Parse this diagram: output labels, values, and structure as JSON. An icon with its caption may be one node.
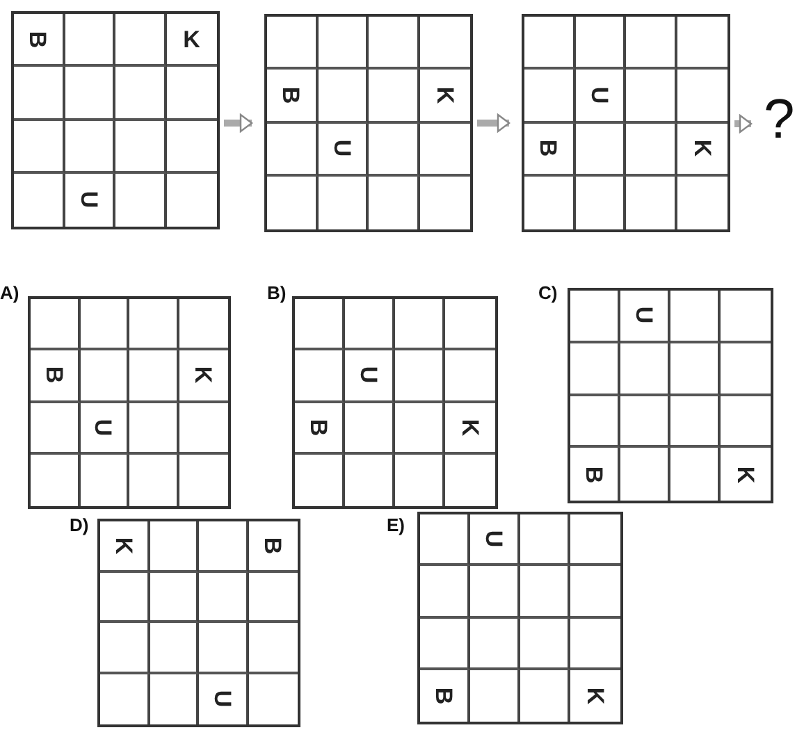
{
  "diagram": {
    "nodes": [
      {
        "text": [
          "B",
          "K",
          "U"
        ]
      },
      {
        "text": [
          "B",
          "K",
          "U"
        ]
      },
      {
        "text": [
          "U",
          "B",
          "K"
        ]
      },
      {
        "text": [
          "?"
        ]
      },
      {
        "text": [
          "B",
          "K",
          "U"
        ],
        "beside": [
          "A)"
        ]
      },
      {
        "text": [
          "U",
          "B",
          "K"
        ],
        "beside": [
          "B)"
        ]
      },
      {
        "text": [
          "U",
          "B",
          "K"
        ],
        "beside": [
          "C)"
        ]
      },
      {
        "text": [
          "K",
          "B",
          "U"
        ],
        "beside": [
          "D)"
        ]
      },
      {
        "text": [
          "U",
          "B",
          "K"
        ],
        "beside": [
          "E)"
        ]
      }
    ],
    "edges": [
      {
        "from": 0,
        "to": 1,
        "arrow": "to"
      },
      {
        "from": 1,
        "to": 2,
        "arrow": "to"
      },
      {
        "from": 2,
        "to": 3,
        "arrow": "to"
      }
    ]
  }
}
